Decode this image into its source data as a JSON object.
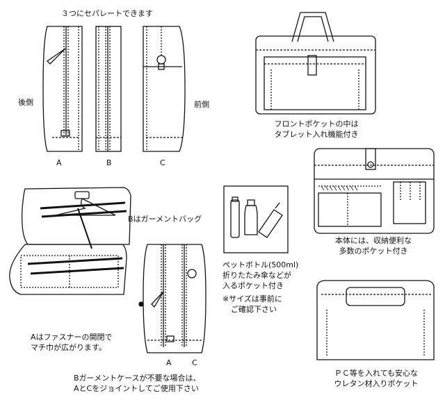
{
  "top": {
    "title": "３つにセパレートできます",
    "left_label": "後側",
    "right_label": "前側",
    "panels": [
      "A",
      "B",
      "C"
    ]
  },
  "front_pocket": {
    "line1": "フロントポケットの中は",
    "line2": "タブレット入れ機能付き"
  },
  "body_caption": {
    "line1": "本体には、収納便利な",
    "line2": "多数のポケット付き"
  },
  "garment": {
    "title": "Bはガーメントバッグ",
    "note_line1": "Aはファスナーの開閉で",
    "note_line2": "マチ巾が広がります。",
    "zip_labels": [
      "A",
      "C"
    ]
  },
  "bottle": {
    "line1": "ペットボトル(500ml)",
    "line2": "折りたたみ傘などが",
    "line3": "入るポケット付き",
    "note1": "※サイズは事前に",
    "note2": "ご確認下さい"
  },
  "join_note": {
    "line1": "Bガーメントケースが不要な場合は、",
    "line2": "AとCをジョイントしてご使用下さい"
  },
  "pc_pocket": {
    "line1": "ＰＣ等を入れても安心な",
    "line2": "ウレタン材入りポケット"
  }
}
